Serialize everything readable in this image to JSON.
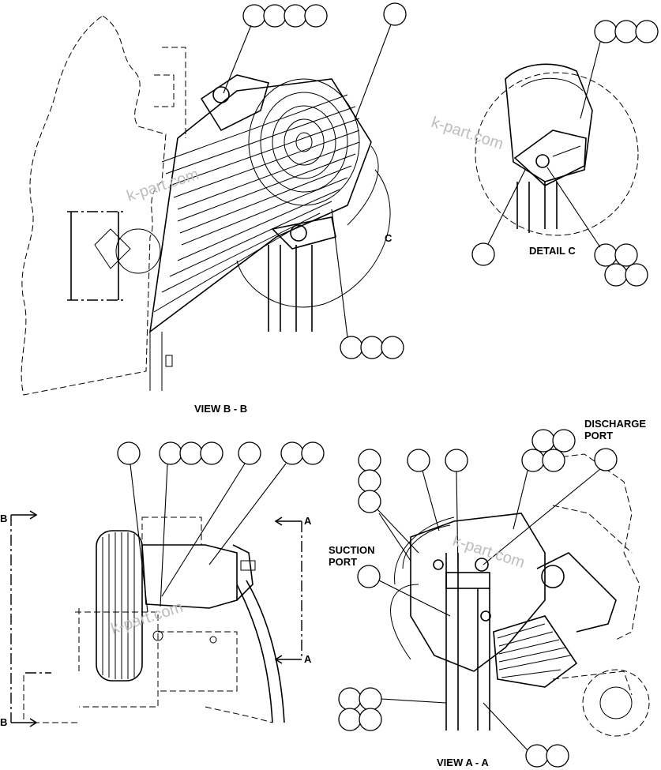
{
  "labels": {
    "view_bb": "VIEW B - B",
    "view_aa": "VIEW A - A",
    "detail_c": "DETAIL C",
    "section_c": "C",
    "discharge_line1": "DISCHARGE",
    "discharge_line2": "PORT",
    "suction_line1": "SUCTION",
    "suction_line2": "PORT",
    "arrow_a_top": "A",
    "arrow_a_bottom": "A",
    "arrow_b_top": "B",
    "arrow_b_bottom": "B"
  },
  "watermarks": [
    "k-part.com",
    "k-part.com",
    "k-part.com",
    "k-part.com"
  ]
}
